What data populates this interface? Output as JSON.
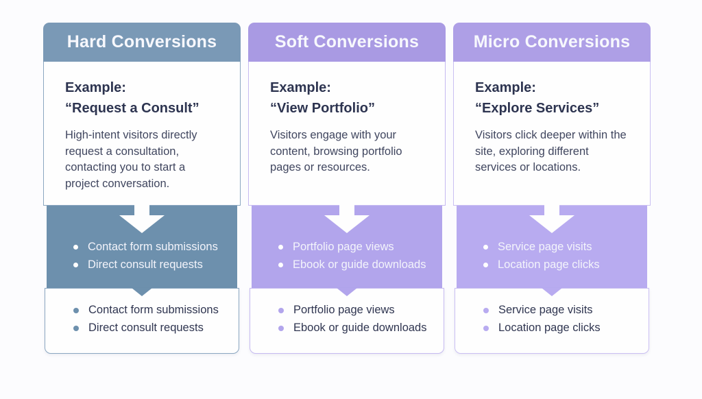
{
  "page": {
    "background": "#fcfcfe"
  },
  "columns": [
    {
      "title": "Hard Conversions",
      "theme": {
        "header_bg": "#7a99b6",
        "section_bg": "#6d90ad",
        "card_border": "#8aa6c0",
        "dot": "#6d90ad"
      },
      "example_label": "Example:",
      "example_quote": "“Request a Consult”",
      "description": "High-intent visitors directly request a consultation, contacting you to start a project conversation.",
      "metrics": [
        "Contact form submissions",
        "Direct consult requests"
      ]
    },
    {
      "title": "Soft Conversions",
      "theme": {
        "header_bg": "#a99ae3",
        "section_bg": "#b2a5ec",
        "card_border": "#c6baf1",
        "dot": "#b2a5ec"
      },
      "example_label": "Example:",
      "example_quote": "“View Portfolio”",
      "description": "Visitors engage with your content, browsing portfolio pages or resources.",
      "metrics": [
        "Portfolio page views",
        "Ebook or guide downloads"
      ]
    },
    {
      "title": "Micro Conversions",
      "theme": {
        "header_bg": "#ae9fe6",
        "section_bg": "#b8abf0",
        "card_border": "#cabff2",
        "dot": "#b8abf0"
      },
      "example_label": "Example:",
      "example_quote": "“Explore Services”",
      "description": "Visitors click deeper within the site, exploring different services or locations.",
      "metrics": [
        "Service page visits",
        "Location page clicks"
      ]
    }
  ]
}
